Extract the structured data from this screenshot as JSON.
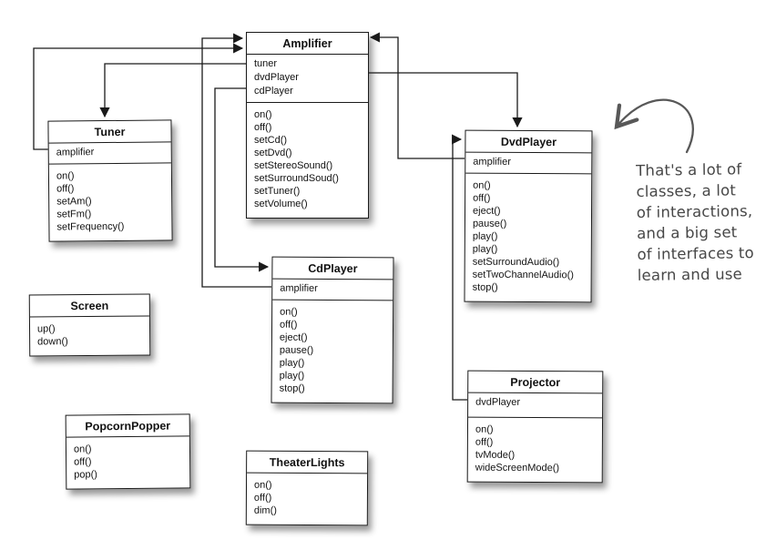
{
  "diagram": {
    "kind": "uml-class-diagram",
    "classes": [
      {
        "id": "amplifier",
        "title": "Amplifier",
        "attributes": [
          "tuner",
          "dvdPlayer",
          "cdPlayer"
        ],
        "methods": [
          "on()",
          "off()",
          "setCd()",
          "setDvd()",
          "setStereoSound()",
          "setSurroundSoud()",
          "setTuner()",
          "setVolume()"
        ]
      },
      {
        "id": "tuner",
        "title": "Tuner",
        "attributes": [
          "amplifier"
        ],
        "methods": [
          "on()",
          "off()",
          "setAm()",
          "setFm()",
          "setFrequency()"
        ]
      },
      {
        "id": "dvdplayer",
        "title": "DvdPlayer",
        "attributes": [
          "amplifier"
        ],
        "methods": [
          "on()",
          "off()",
          "eject()",
          "pause()",
          "play()",
          "play()",
          "setSurroundAudio()",
          "setTwoChannelAudio()",
          "stop()"
        ]
      },
      {
        "id": "cdplayer",
        "title": "CdPlayer",
        "attributes": [
          "amplifier"
        ],
        "methods": [
          "on()",
          "off()",
          "eject()",
          "pause()",
          "play()",
          "play()",
          "stop()"
        ]
      },
      {
        "id": "screen",
        "title": "Screen",
        "attributes": [],
        "methods": [
          "up()",
          "down()"
        ]
      },
      {
        "id": "projector",
        "title": "Projector",
        "attributes": [
          "dvdPlayer"
        ],
        "methods": [
          "on()",
          "off()",
          "tvMode()",
          "wideScreenMode()"
        ]
      },
      {
        "id": "popcornpopper",
        "title": "PopcornPopper",
        "attributes": [],
        "methods": [
          "on()",
          "off()",
          "pop()"
        ]
      },
      {
        "id": "theaterlights",
        "title": "TheaterLights",
        "attributes": [],
        "methods": [
          "on()",
          "off()",
          "dim()"
        ]
      }
    ],
    "connections": [
      {
        "from": "Amplifier.tuner",
        "to": "Tuner",
        "arrow": "solid"
      },
      {
        "from": "Amplifier.dvdPlayer",
        "to": "DvdPlayer",
        "arrow": "solid"
      },
      {
        "from": "Amplifier.cdPlayer",
        "to": "CdPlayer",
        "arrow": "solid"
      },
      {
        "from": "Tuner.amplifier",
        "to": "Amplifier",
        "arrow": "solid"
      },
      {
        "from": "CdPlayer.amplifier",
        "to": "Amplifier",
        "arrow": "solid"
      },
      {
        "from": "DvdPlayer.amplifier",
        "to": "Amplifier",
        "arrow": "solid"
      },
      {
        "from": "Projector.dvdPlayer",
        "to": "DvdPlayer",
        "arrow": "solid"
      }
    ]
  },
  "annotation": {
    "lines": [
      "That's a lot of",
      "classes, a lot",
      "of interactions,",
      "and a big set",
      "of interfaces to",
      "learn and use"
    ]
  },
  "colors": {
    "line": "#1a1a1a",
    "box_background": "#ffffff",
    "box_border": "#1a1a1a",
    "annotation_ink": "#474747",
    "page_background": "#ffffff"
  }
}
